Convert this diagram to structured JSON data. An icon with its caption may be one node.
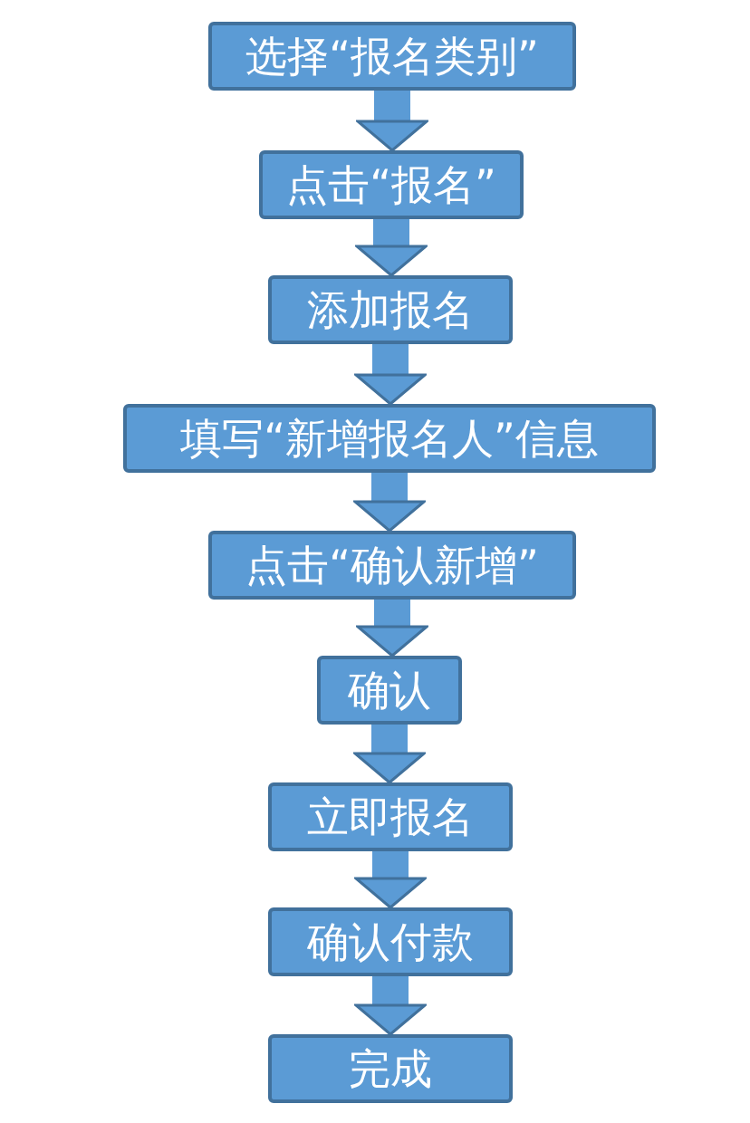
{
  "diagram": {
    "nodes": [
      {
        "text": [
          "选择“报名类别”"
        ]
      },
      {
        "text": [
          "点击“报名”"
        ]
      },
      {
        "text": [
          "添加报名"
        ]
      },
      {
        "text": [
          "填写“新增报名人”信息"
        ]
      },
      {
        "text": [
          "点击“确认新增”"
        ]
      },
      {
        "text": [
          "确认"
        ]
      },
      {
        "text": [
          "立即报名"
        ]
      },
      {
        "text": [
          "确认付款"
        ]
      },
      {
        "text": [
          "完成"
        ]
      }
    ],
    "edges": [
      {
        "from": 0,
        "to": 1,
        "arrow": "to"
      },
      {
        "from": 1,
        "to": 2,
        "arrow": "to"
      },
      {
        "from": 2,
        "to": 3,
        "arrow": "to"
      },
      {
        "from": 3,
        "to": 4,
        "arrow": "to"
      },
      {
        "from": 4,
        "to": 5,
        "arrow": "to"
      },
      {
        "from": 5,
        "to": 6,
        "arrow": "to"
      },
      {
        "from": 6,
        "to": 7,
        "arrow": "to"
      },
      {
        "from": 7,
        "to": 8,
        "arrow": "to"
      }
    ]
  }
}
